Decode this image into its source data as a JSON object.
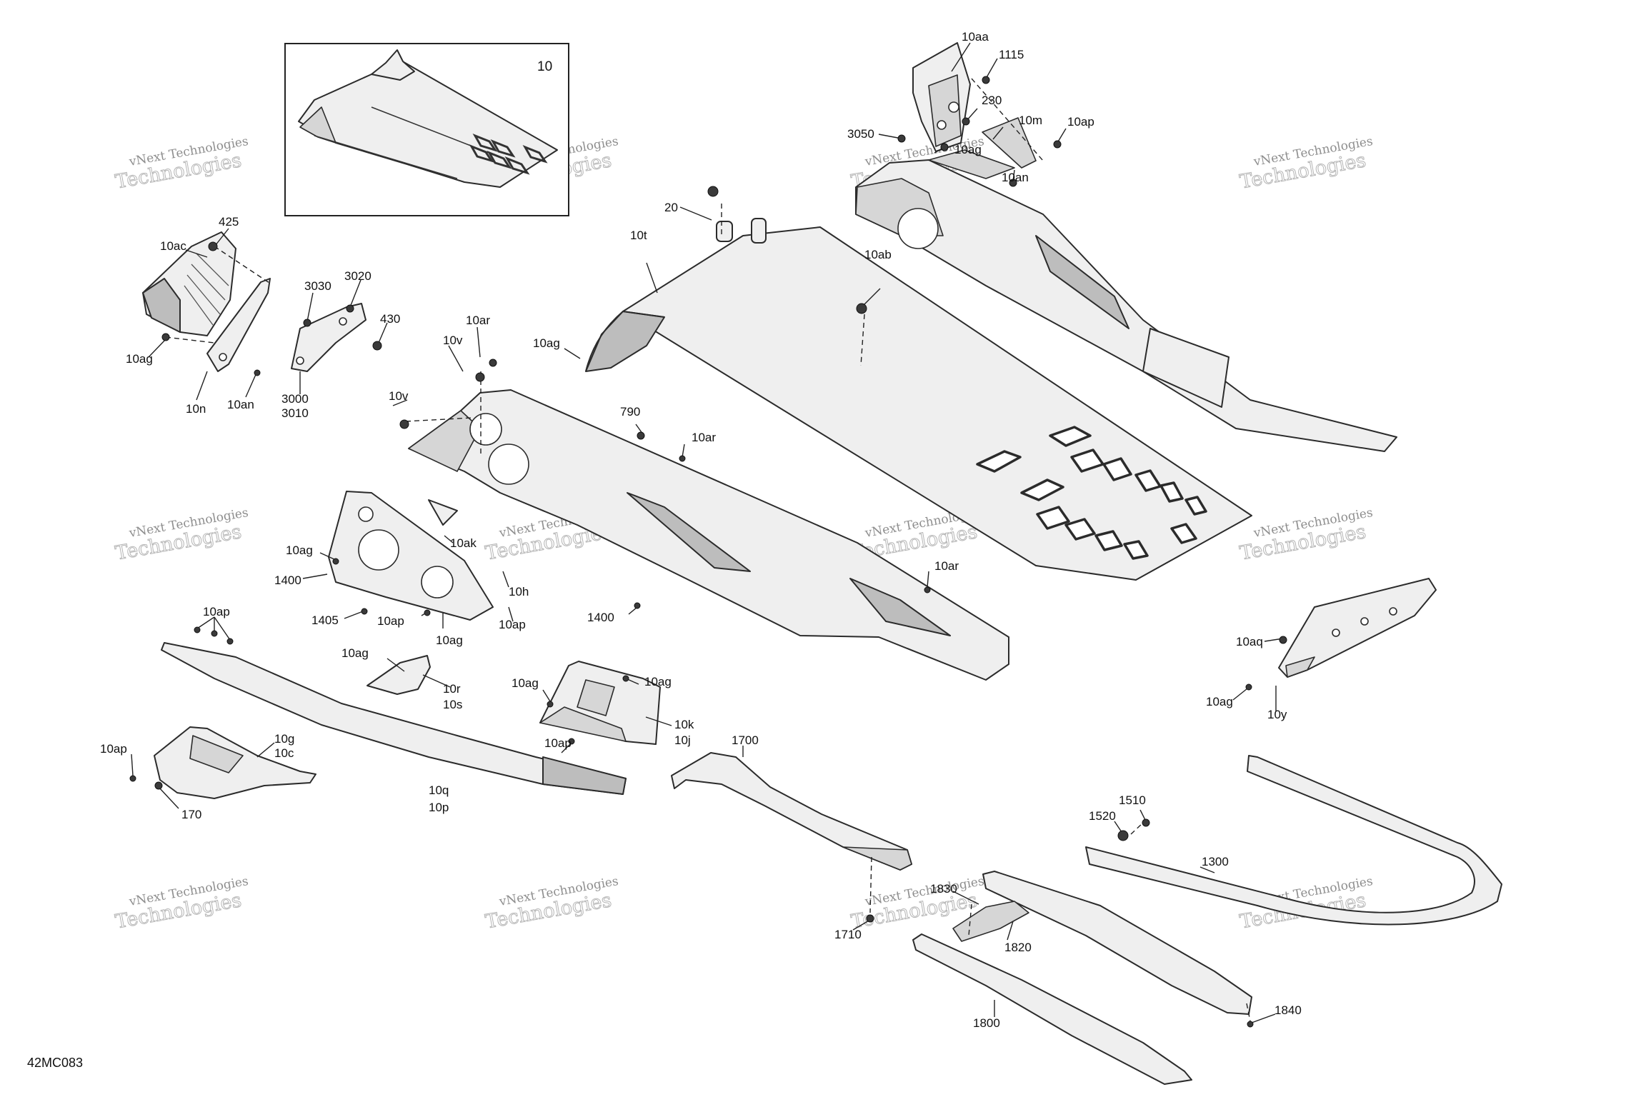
{
  "figure_code": "42MC083",
  "inset": {
    "label": "10"
  },
  "watermark": {
    "line1": "vNext Technologies",
    "line2": "Technologies"
  },
  "callouts": [
    {
      "id": "c-10aa-1",
      "text": "10aa"
    },
    {
      "id": "c-1115",
      "text": "1115"
    },
    {
      "id": "c-230",
      "text": "230"
    },
    {
      "id": "c-10m",
      "text": "10m"
    },
    {
      "id": "c-10ap-1",
      "text": "10ap"
    },
    {
      "id": "c-3050",
      "text": "3050"
    },
    {
      "id": "c-10ag-1",
      "text": "10ag"
    },
    {
      "id": "c-10an-1",
      "text": "10an"
    },
    {
      "id": "c-20",
      "text": "20"
    },
    {
      "id": "c-10t",
      "text": "10t"
    },
    {
      "id": "c-10ab",
      "text": "10ab"
    },
    {
      "id": "c-425",
      "text": "425"
    },
    {
      "id": "c-10ac",
      "text": "10ac"
    },
    {
      "id": "c-3030",
      "text": "3030"
    },
    {
      "id": "c-3020",
      "text": "3020"
    },
    {
      "id": "c-430",
      "text": "430"
    },
    {
      "id": "c-10ag-2",
      "text": "10ag"
    },
    {
      "id": "c-10n",
      "text": "10n"
    },
    {
      "id": "c-10an-2",
      "text": "10an"
    },
    {
      "id": "c-3000",
      "text": "3000"
    },
    {
      "id": "c-3010",
      "text": "3010"
    },
    {
      "id": "c-10ar-1",
      "text": "10ar"
    },
    {
      "id": "c-10v-1",
      "text": "10v"
    },
    {
      "id": "c-10ag-3",
      "text": "10ag"
    },
    {
      "id": "c-10v-2",
      "text": "10v"
    },
    {
      "id": "c-790",
      "text": "790"
    },
    {
      "id": "c-10ar-2",
      "text": "10ar"
    },
    {
      "id": "c-10ag-4",
      "text": "10ag"
    },
    {
      "id": "c-10ak",
      "text": "10ak"
    },
    {
      "id": "c-1400-1",
      "text": "1400"
    },
    {
      "id": "c-10h",
      "text": "10h"
    },
    {
      "id": "c-10ar-3",
      "text": "10ar"
    },
    {
      "id": "c-1405",
      "text": "1405"
    },
    {
      "id": "c-10ap-2",
      "text": "10ap"
    },
    {
      "id": "c-10ap-3",
      "text": "10ap"
    },
    {
      "id": "c-10ag-5",
      "text": "10ag"
    },
    {
      "id": "c-1400-2",
      "text": "1400"
    },
    {
      "id": "c-10ap-4",
      "text": "10ap"
    },
    {
      "id": "c-10aq",
      "text": "10aq"
    },
    {
      "id": "c-10ag-6",
      "text": "10ag"
    },
    {
      "id": "c-10y",
      "text": "10y"
    },
    {
      "id": "c-10ag-7",
      "text": "10ag"
    },
    {
      "id": "c-10r",
      "text": "10r"
    },
    {
      "id": "c-10s",
      "text": "10s"
    },
    {
      "id": "c-10ag-8",
      "text": "10ag"
    },
    {
      "id": "c-10ag-9",
      "text": "10ag"
    },
    {
      "id": "c-10k",
      "text": "10k"
    },
    {
      "id": "c-10j",
      "text": "10j"
    },
    {
      "id": "c-10ap-5",
      "text": "10ap"
    },
    {
      "id": "c-10g",
      "text": "10g"
    },
    {
      "id": "c-10c",
      "text": "10c"
    },
    {
      "id": "c-10ap-6",
      "text": "10ap"
    },
    {
      "id": "c-170",
      "text": "170"
    },
    {
      "id": "c-10q",
      "text": "10q"
    },
    {
      "id": "c-10p",
      "text": "10p"
    },
    {
      "id": "c-1700",
      "text": "1700"
    },
    {
      "id": "c-1510",
      "text": "1510"
    },
    {
      "id": "c-1520",
      "text": "1520"
    },
    {
      "id": "c-1300",
      "text": "1300"
    },
    {
      "id": "c-1830",
      "text": "1830"
    },
    {
      "id": "c-1710",
      "text": "1710"
    },
    {
      "id": "c-1820",
      "text": "1820"
    },
    {
      "id": "c-1840",
      "text": "1840"
    },
    {
      "id": "c-1800",
      "text": "1800"
    }
  ]
}
